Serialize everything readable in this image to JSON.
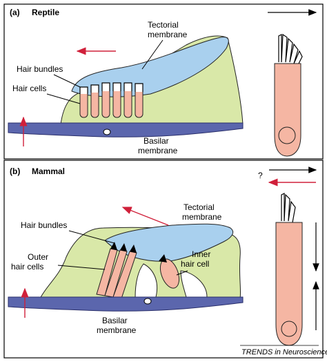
{
  "panel_a": {
    "label": "(a)",
    "title": "Reptile",
    "tectorial_line1": "Tectorial",
    "tectorial_line2": "membrane",
    "hair_bundles": "Hair bundles",
    "hair_cells": "Hair cells",
    "basilar_line1": "Basilar",
    "basilar_line2": "membrane"
  },
  "panel_b": {
    "label": "(b)",
    "title": "Mammal",
    "tectorial_line1": "Tectorial",
    "tectorial_line2": "membrane",
    "hair_bundles": "Hair bundles",
    "outer_line1": "Outer",
    "outer_line2": "hair cells",
    "inner_line1": "Inner",
    "inner_line2": "hair cell",
    "basilar_line1": "Basilar",
    "basilar_line2": "membrane",
    "question_mark": "?"
  },
  "footer": {
    "credit": "TRENDS in Neurosciences"
  },
  "colors": {
    "basilar": "#5b66ad",
    "support": "#d9e8a8",
    "tectorial": "#a9d0ee",
    "hair_cell": "#f5b6a3",
    "arrow_red": "#d0203a"
  }
}
